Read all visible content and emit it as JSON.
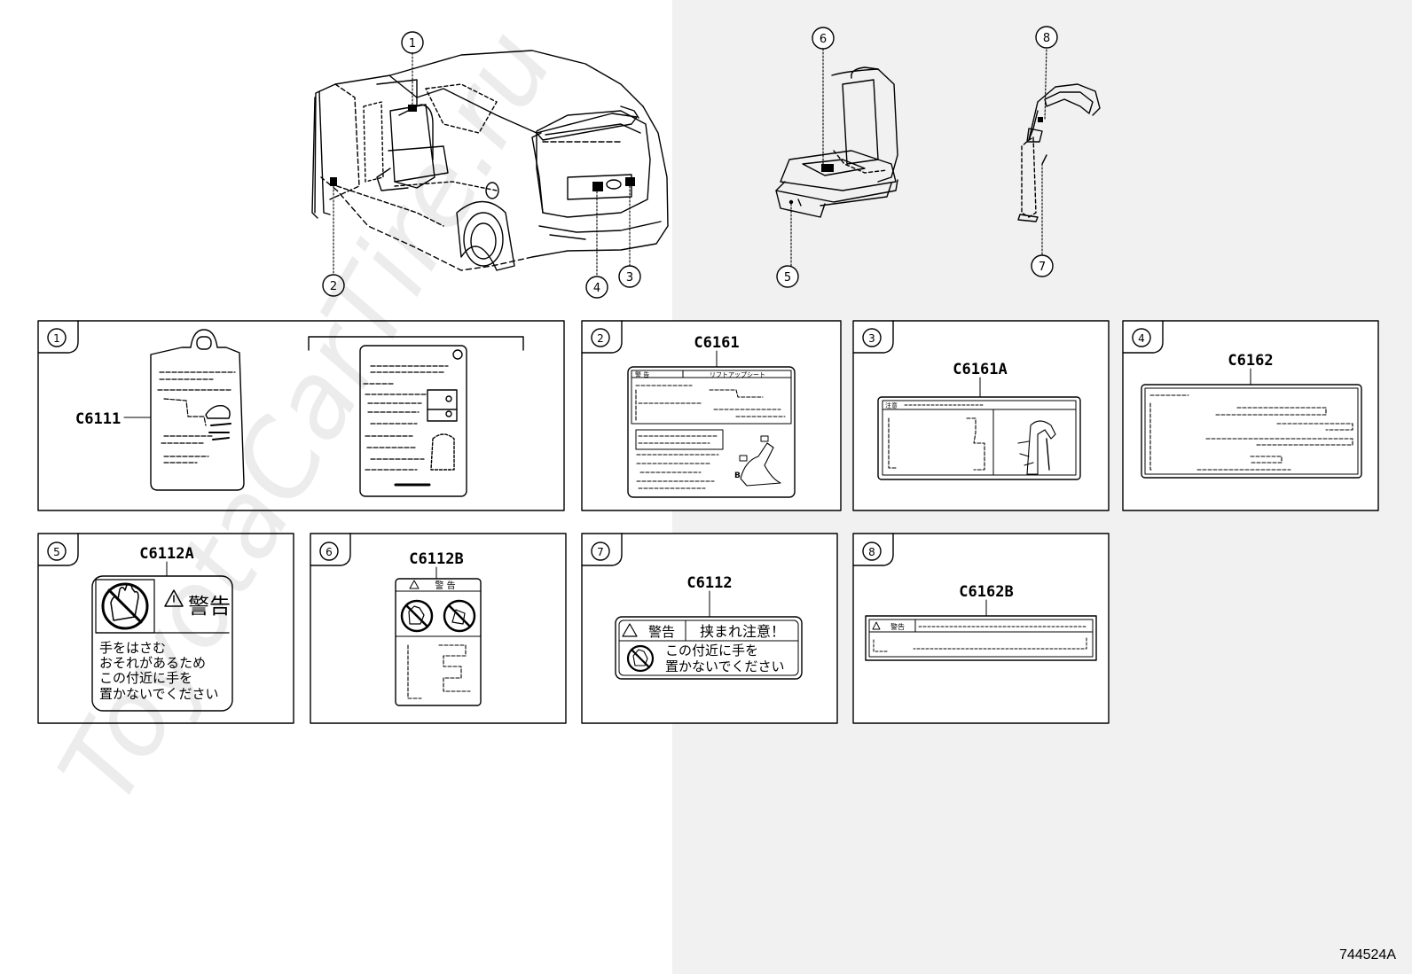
{
  "overview": {
    "callouts": [
      "1",
      "2",
      "3",
      "4",
      "5",
      "6",
      "7",
      "8"
    ]
  },
  "panels": [
    {
      "number": "1",
      "part_code": "C6111"
    },
    {
      "number": "2",
      "part_code": "C6161",
      "warning_label": "警 告",
      "title_text": "リフトアップシート",
      "marker_b": "B"
    },
    {
      "number": "3",
      "part_code": "C6161A",
      "caution_label": "注意"
    },
    {
      "number": "4",
      "part_code": "C6162"
    },
    {
      "number": "5",
      "part_code": "C6112A",
      "warning_label": "警告",
      "body_lines": [
        "手をはさむ",
        "おそれがあるため",
        "この付近に手を",
        "置かないでください"
      ]
    },
    {
      "number": "6",
      "part_code": "C6112B",
      "warning_label": "警 告"
    },
    {
      "number": "7",
      "part_code": "C6112",
      "warning_label": "警告",
      "heading": "挟まれ注意！",
      "body_lines": [
        "この付近に手を",
        "置かないでください"
      ]
    },
    {
      "number": "8",
      "part_code": "C6162B",
      "warning_label": "警告"
    }
  ],
  "watermark": "ToyotaCarTire.ru",
  "diagram_id": "744524A"
}
